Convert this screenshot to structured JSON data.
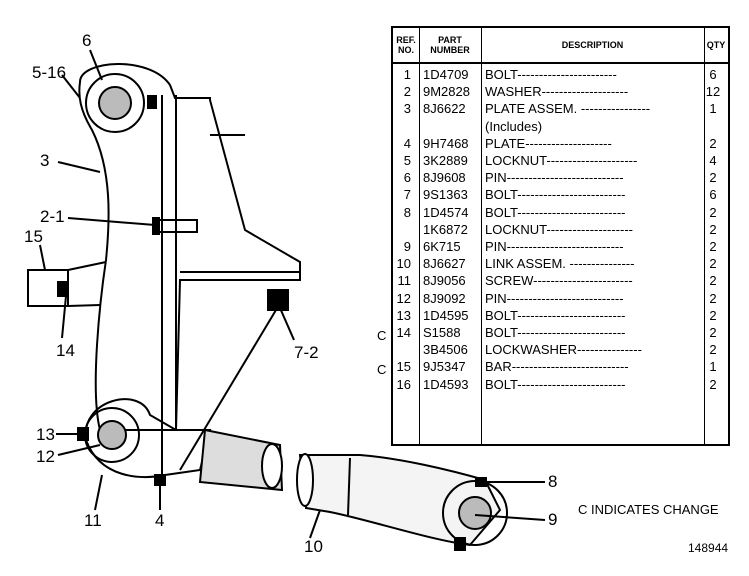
{
  "table": {
    "headers": {
      "ref": [
        "REF.",
        "NO."
      ],
      "part": [
        "PART",
        "NUMBER"
      ],
      "desc": "DESCRIPTION",
      "qty": "QTY"
    },
    "rows": [
      {
        "ref": "1",
        "part": "1D4709",
        "desc": "BOLT-----------------------",
        "qty": "6"
      },
      {
        "ref": "2",
        "part": "9M2828",
        "desc": "WASHER--------------------",
        "qty": "12"
      },
      {
        "ref": "3",
        "part": "8J6622",
        "desc": "PLATE ASSEM. ----------------",
        "qty": "1"
      },
      {
        "ref": "",
        "part": "",
        "desc": "      (Includes)",
        "qty": ""
      },
      {
        "ref": "4",
        "part": "9H7468",
        "desc": "    PLATE--------------------",
        "qty": "2"
      },
      {
        "ref": "5",
        "part": "3K2889",
        "desc": "LOCKNUT---------------------",
        "qty": "4"
      },
      {
        "ref": "6",
        "part": "8J9608",
        "desc": "PIN---------------------------",
        "qty": "2"
      },
      {
        "ref": "7",
        "part": "9S1363",
        "desc": "BOLT-------------------------",
        "qty": "6"
      },
      {
        "ref": "8",
        "part": "1D4574",
        "desc": "BOLT-------------------------",
        "qty": "2"
      },
      {
        "ref": "",
        "part": "1K6872",
        "desc": "LOCKNUT--------------------",
        "qty": "2"
      },
      {
        "ref": "9",
        "part": "6K715",
        "desc": "PIN---------------------------",
        "qty": "2"
      },
      {
        "ref": "10",
        "part": "8J6627",
        "desc": "LINK ASSEM. ---------------",
        "qty": "2"
      },
      {
        "ref": "11",
        "part": "8J9056",
        "desc": "SCREW-----------------------",
        "qty": "2"
      },
      {
        "ref": "12",
        "part": "8J9092",
        "desc": "PIN---------------------------",
        "qty": "2"
      },
      {
        "ref": "13",
        "part": "1D4595",
        "desc": "BOLT-------------------------",
        "qty": "2"
      },
      {
        "ref": "14",
        "part": "S1588",
        "desc": "BOLT-------------------------",
        "qty": "2"
      },
      {
        "ref": "",
        "part": "3B4506",
        "desc": "LOCKWASHER---------------",
        "qty": "2"
      },
      {
        "ref": "15",
        "part": "9J5347",
        "desc": "BAR---------------------------",
        "qty": "1"
      },
      {
        "ref": "16",
        "part": "1D4593",
        "desc": "BOLT-------------------------",
        "qty": "2"
      }
    ],
    "change_marks": [
      "C",
      "C"
    ]
  },
  "callouts": {
    "c6": "6",
    "c5_16": "5-16",
    "c3": "3",
    "c2_1": "2-1",
    "c15": "15",
    "c14": "14",
    "c7_2": "7-2",
    "c13": "13",
    "c12": "12",
    "c11": "11",
    "c4": "4",
    "c10": "10",
    "c8": "8",
    "c9": "9"
  },
  "change_note": "C INDICATES CHANGE",
  "drawing_number": "148944"
}
